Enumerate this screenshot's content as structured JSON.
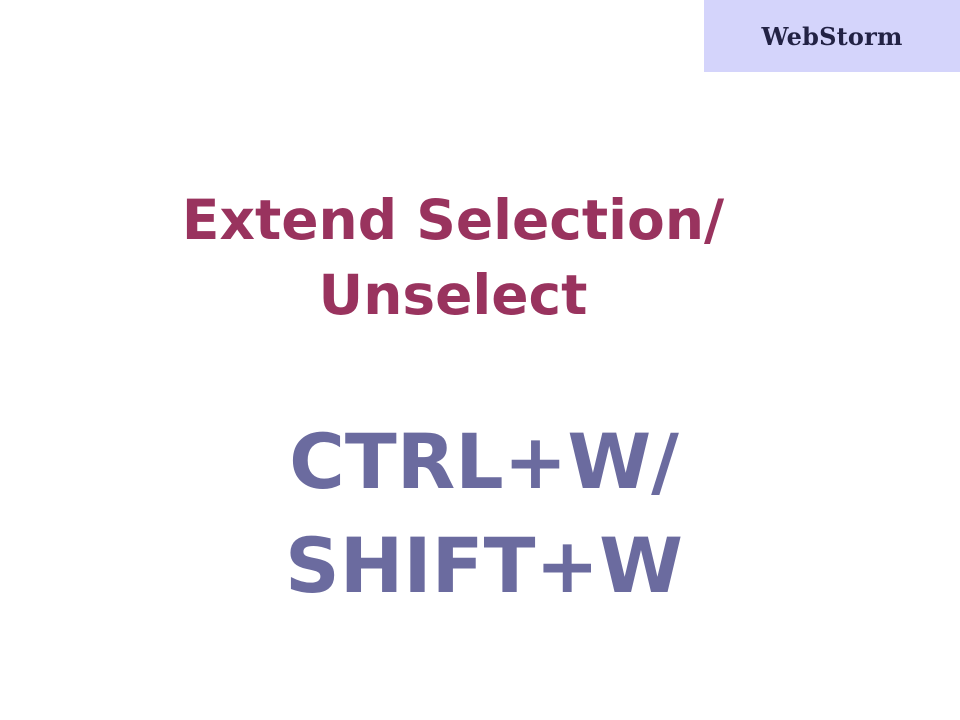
{
  "brand": {
    "label": "WebStorm",
    "bg_color": "#d4d4fb",
    "text_color": "#222244"
  },
  "title": {
    "lines": [
      "Extend Selection/",
      "Unselect"
    ],
    "color": "#99335e"
  },
  "shortcut": {
    "lines": [
      "CTRL+W/",
      "SHIFT+W"
    ],
    "color": "#6b6b9f"
  }
}
